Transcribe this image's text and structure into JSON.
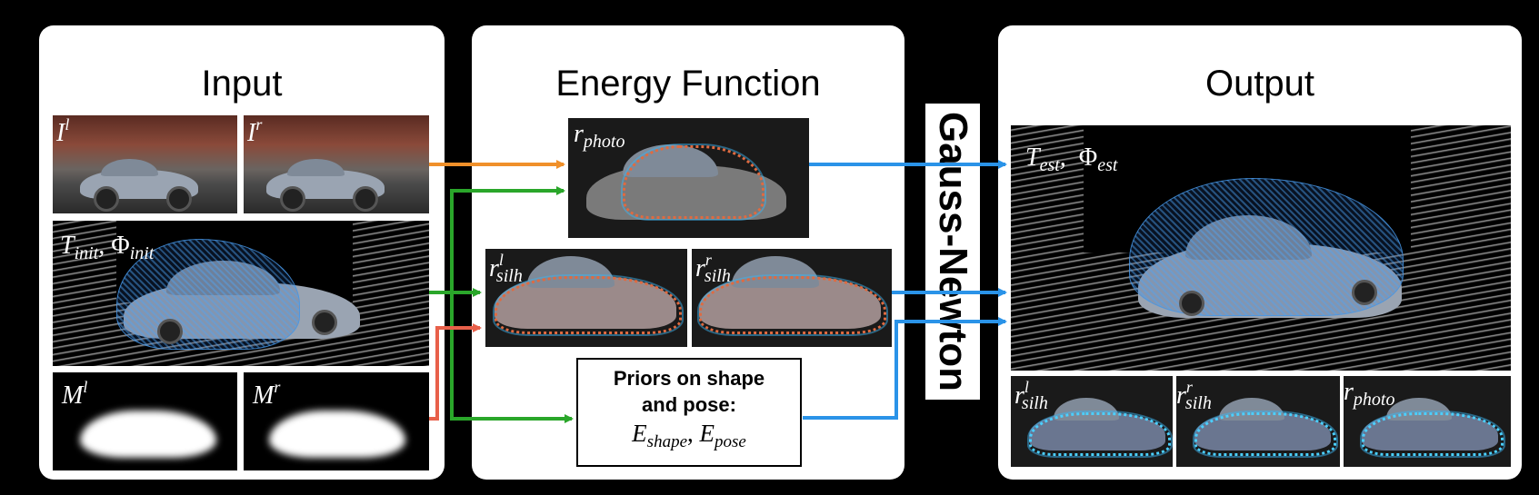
{
  "panels": {
    "input_title": "Input",
    "energy_title": "Energy Function",
    "output_title": "Output"
  },
  "labels": {
    "input_img_left": {
      "base": "I",
      "sup": "l"
    },
    "input_img_right": {
      "base": "I",
      "sup": "r"
    },
    "t_init": {
      "base": "T",
      "sub": "init"
    },
    "phi_init": {
      "base": "Φ",
      "sub": "init"
    },
    "mask_left": {
      "base": "M",
      "sup": "l"
    },
    "mask_right": {
      "base": "M",
      "sup": "r"
    },
    "r_photo": {
      "base": "r",
      "sub": "photo"
    },
    "r_silh_l": {
      "base": "r",
      "sup": "l",
      "sub": "silh"
    },
    "r_silh_r": {
      "base": "r",
      "sup": "r",
      "sub": "silh"
    },
    "t_est": {
      "base": "T",
      "sub": "est"
    },
    "phi_est": {
      "base": "Φ",
      "sub": "est"
    },
    "out_r_silh_l": {
      "base": "r",
      "sup": "l",
      "sub": "silh"
    },
    "out_r_silh_r": {
      "base": "r",
      "sup": "r",
      "sub": "silh"
    },
    "out_r_photo": {
      "base": "r",
      "sub": "photo"
    }
  },
  "priors": {
    "heading_line1": "Priors on shape",
    "heading_line2": "and pose:",
    "e_shape": {
      "base": "E",
      "sub": "shape"
    },
    "separator": ",",
    "e_pose": {
      "base": "E",
      "sub": "pose"
    }
  },
  "optimizer": "Gauss-Newton",
  "colors": {
    "orange_arrow": "#f0902a",
    "green_arrow": "#2aa62a",
    "red_arrow": "#e8604a",
    "blue_arrow": "#2a93e8",
    "panel_bg": "#ffffff",
    "background": "#000000"
  }
}
